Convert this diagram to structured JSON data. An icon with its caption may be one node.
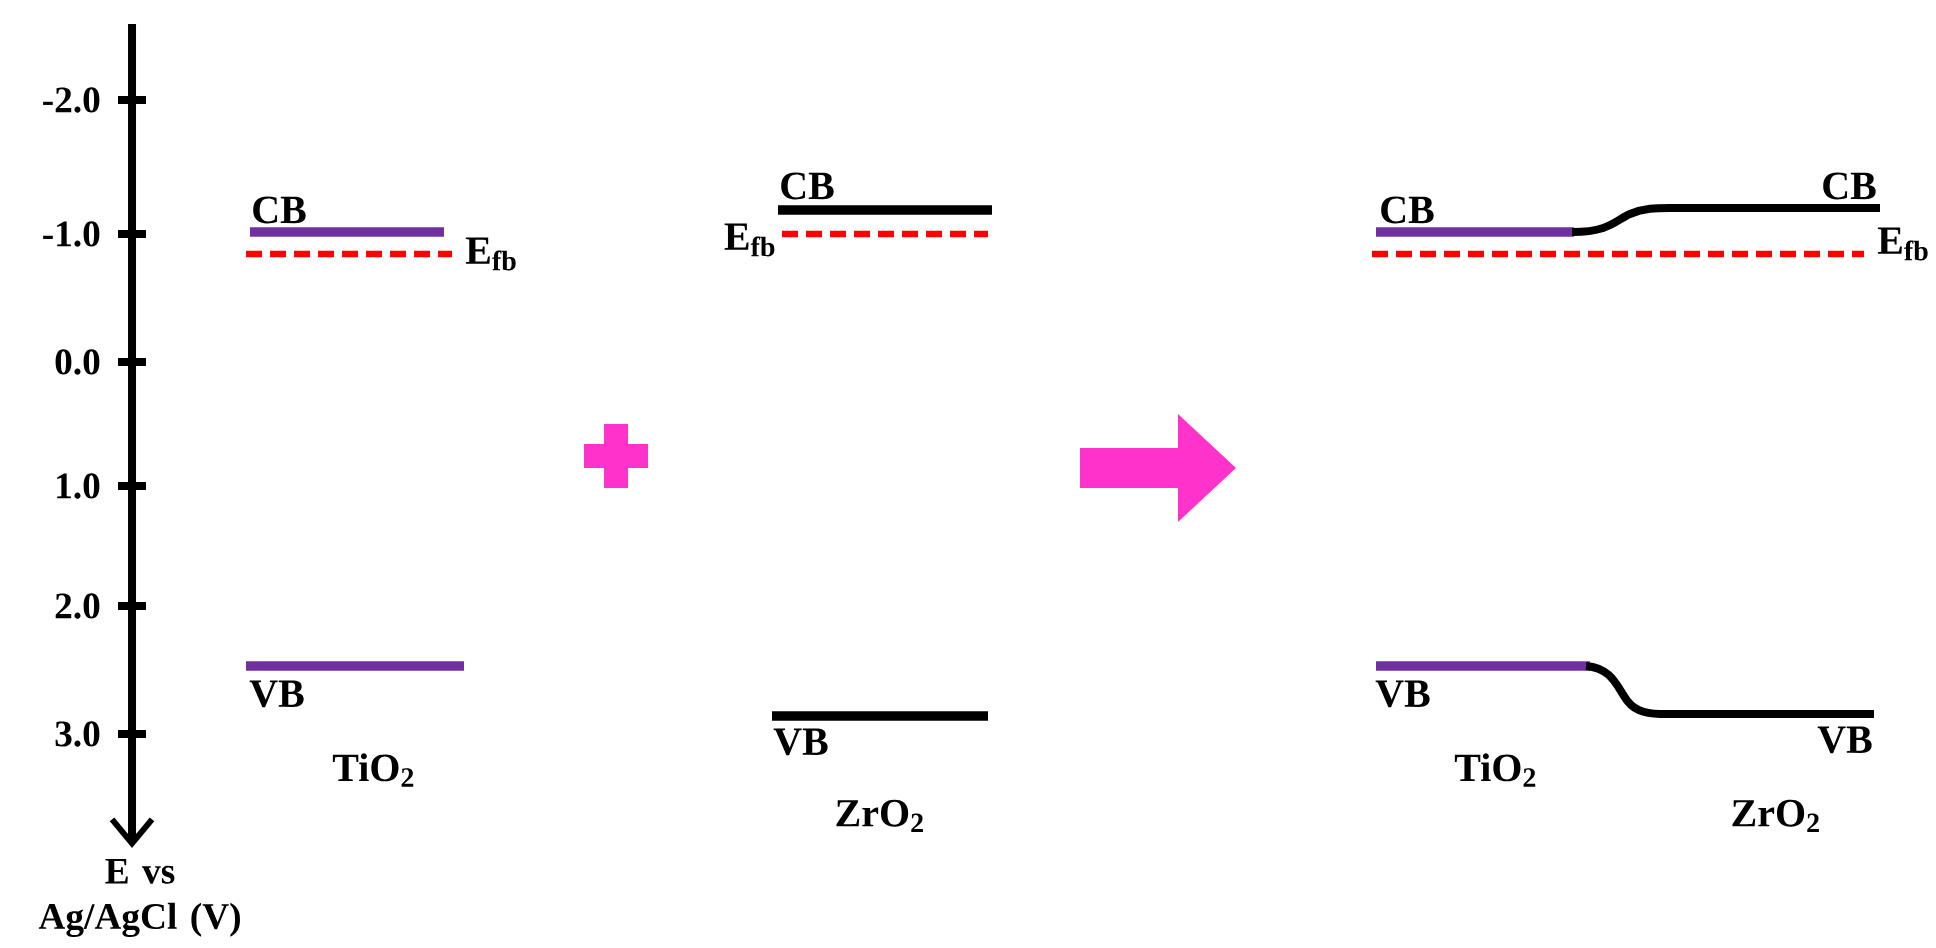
{
  "diagram": {
    "labels": [
      "-2.0",
      "-1.0",
      "0.0",
      "1.0",
      "2.0",
      "3.0",
      "CB",
      "E$_{fb}$",
      "VB",
      "TiO$_{2}$",
      "CB",
      "E$_{fb}$",
      "VB",
      "ZrO$_{2}$",
      "CB",
      "CB",
      "E$_{fb}$",
      "VB",
      "VB",
      "TiO$_{2}$",
      "ZrO$_{2}$",
      "E vs Ag/AgCl (V)"
    ]
  }
}
